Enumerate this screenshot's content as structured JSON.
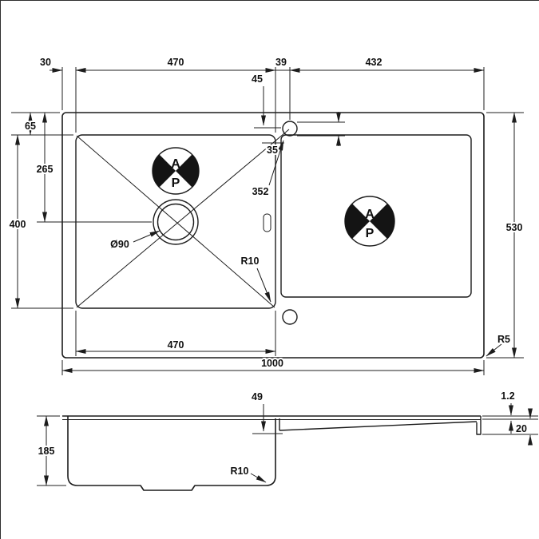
{
  "colors": {
    "line": "#1c1c1c",
    "background": "#ffffff"
  },
  "top_view": {
    "dim_left_offset": "30",
    "dim_bowl_width_top": "470",
    "dim_bowl_to_tap": "39",
    "dim_tap_to_right": "432",
    "dim_tap_from_top": "45",
    "dim_top_to_bowl": "65",
    "dim_top_to_drain": "265",
    "dim_bowl_depth": "400",
    "dim_tap_diagonal": "352",
    "dim_tap_offset": "35",
    "dim_drain_diameter": "Ø90",
    "dim_bowl_corner_radius": "R10",
    "dim_bowl_width_bottom": "470",
    "dim_overall_width": "1000",
    "dim_overall_depth": "530",
    "dim_sink_corner_radius": "R5"
  },
  "side_view": {
    "dim_ledge_height": "49",
    "dim_material_thickness": "1.2",
    "dim_front_edge": "20",
    "dim_bowl_depth": "185",
    "dim_bottom_radius": "R10"
  },
  "ap_mark": {
    "top_letter": "A",
    "bottom_letter": "P"
  }
}
